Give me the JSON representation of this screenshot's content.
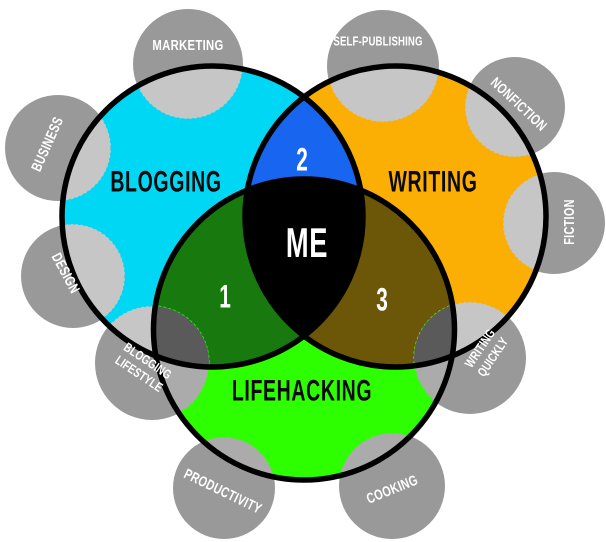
{
  "styles": {
    "background": "#ffffff",
    "outline": "#000000",
    "satellite_fill": "#999999",
    "overlay_light": "#c6c6c6",
    "overlay_mid": "#ababab",
    "overlay_dark": "#5a5a5a",
    "dark_text": "#0a0a0a",
    "light_text": "#ffffff"
  },
  "diagram": {
    "center": {
      "label": "ME",
      "fill": "#000000"
    },
    "circles": [
      {
        "id": "blogging",
        "label": "BLOGGING",
        "color": "#00d7f5"
      },
      {
        "id": "writing",
        "label": "WRITING",
        "color": "#fbaf05"
      },
      {
        "id": "lifehacking",
        "label": "LIFEHACKING",
        "color": "#2eff00"
      }
    ],
    "overlaps": [
      {
        "label": "1",
        "between": "blogging+lifehacking",
        "color": "#187a0e"
      },
      {
        "label": "2",
        "between": "blogging+writing",
        "color": "#1866f0"
      },
      {
        "label": "3",
        "between": "writing+lifehacking",
        "color": "#6c5608"
      }
    ],
    "satellites": [
      {
        "label": "MARKETING",
        "attached_to": "blogging"
      },
      {
        "label": "BUSINESS",
        "attached_to": "blogging"
      },
      {
        "label": "DESIGN",
        "attached_to": "blogging"
      },
      {
        "label": "SELF-PUBLISHING",
        "attached_to": "writing"
      },
      {
        "label": "NONFICTION",
        "attached_to": "writing"
      },
      {
        "label": "FICTION",
        "attached_to": "writing"
      },
      {
        "label": "BLOGGING LIFESTYLE",
        "line1": "BLOGGING",
        "line2": "LIFESTYLE",
        "attached_to": "blogging+lifehacking"
      },
      {
        "label": "WRITING QUICKLY",
        "line1": "WRITING",
        "line2": "QUICKLY",
        "attached_to": "writing+lifehacking"
      },
      {
        "label": "PRODUCTIVITY",
        "attached_to": "lifehacking"
      },
      {
        "label": "COOKING",
        "attached_to": "lifehacking"
      }
    ]
  }
}
